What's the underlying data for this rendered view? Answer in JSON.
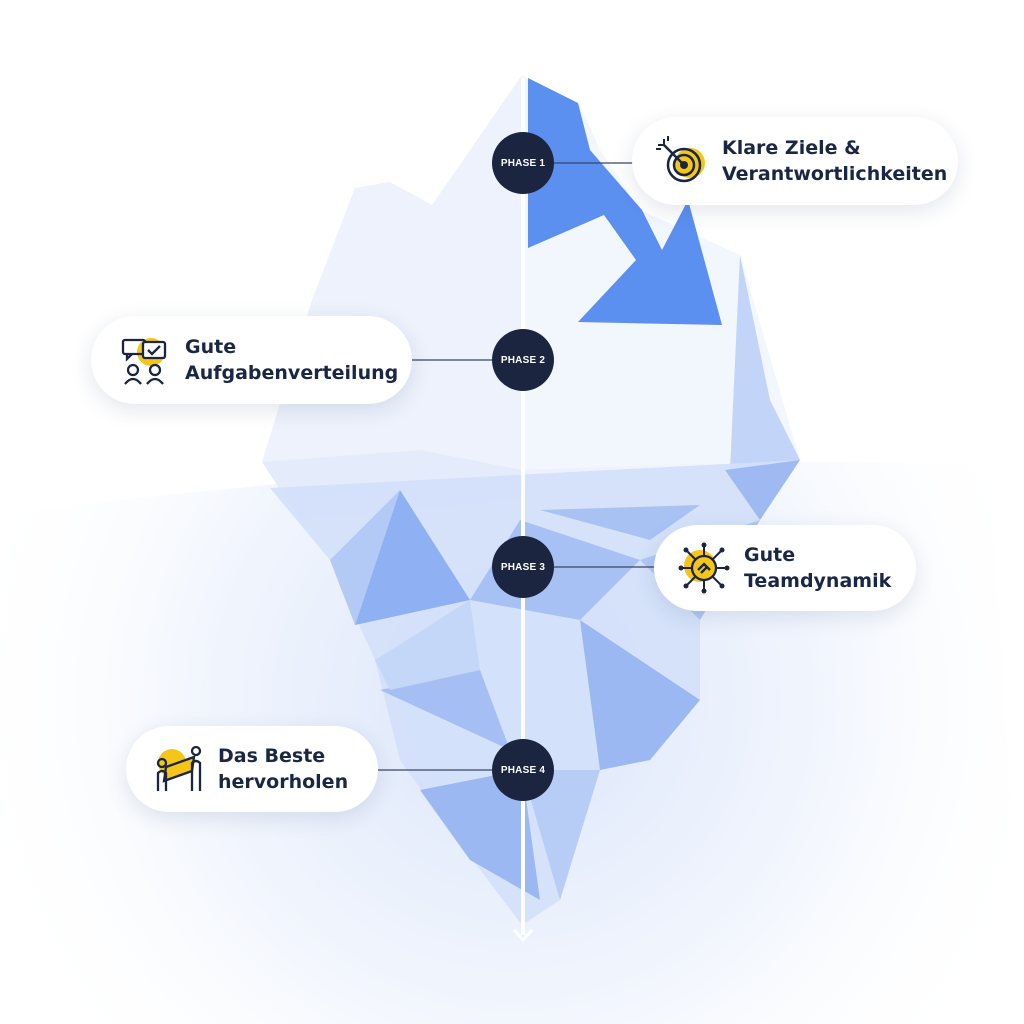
{
  "colors": {
    "navy": "#1b2540",
    "accent_blue": "#5b8ff0",
    "ice_light": "#eef3fc",
    "ice_mid": "#bcd0f7",
    "ice_dark": "#8fb0f2",
    "accent_yellow": "#f5c518",
    "text": "#1a2744"
  },
  "phases": [
    {
      "label": "PHASE 1",
      "line1": "Klare Ziele &",
      "line2": "Verantwortlichkeiten",
      "icon": "target-icon"
    },
    {
      "label": "PHASE 2",
      "line1": "Gute",
      "line2": "Aufgabenverteilung",
      "icon": "task-delegation-icon"
    },
    {
      "label": "PHASE 3",
      "line1": "Gute",
      "line2": "Teamdynamik",
      "icon": "team-network-icon"
    },
    {
      "label": "PHASE 4",
      "line1": "Das Beste",
      "line2": "hervorholen",
      "icon": "teamwork-lift-icon"
    }
  ]
}
